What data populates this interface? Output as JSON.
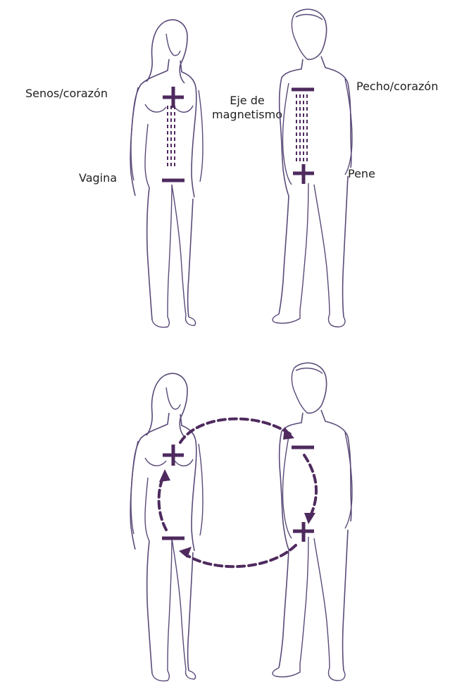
{
  "labels": {
    "breasts_heart": "Senos/corazón",
    "axis_line1": "Eje de",
    "axis_line2": "magnetismo",
    "vagina": "Vagina",
    "chest_heart": "Pecho/corazón",
    "penis": "Pene"
  },
  "colors": {
    "outline": "#5a4a78",
    "accent": "#4e2a5e"
  }
}
